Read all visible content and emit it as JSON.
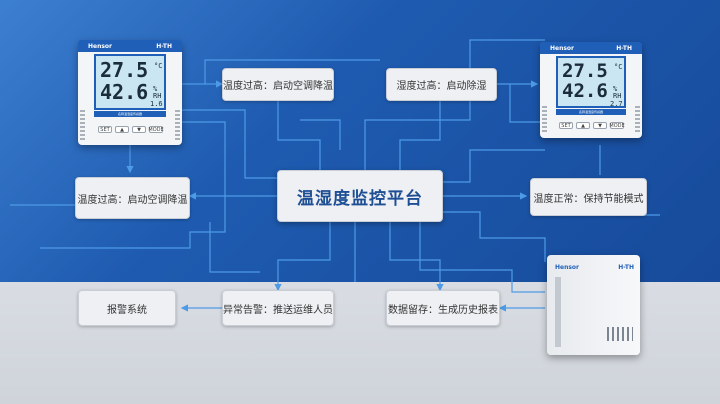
{
  "center": {
    "title": "温湿度监控平台"
  },
  "boxes": {
    "top_left": "温度过高：启动空调降温",
    "top_right": "湿度过高：启动除湿",
    "mid_left": "温度过高：启动空调降温",
    "mid_right": "温度正常：保持节能模式",
    "bottom_1": "报警系统",
    "bottom_2": "异常告警：推送运维人员",
    "bottom_3": "数据留存：生成历史报表"
  },
  "device_left": {
    "brand": "Hensor",
    "model": "H-TH",
    "temp": "27.5",
    "temp_unit": "°C",
    "hum": "42.6",
    "hum_unit": "% RH",
    "small": "1.6",
    "strip": "名称温湿度传感器",
    "buttons": [
      "SET",
      "▲",
      "▼",
      "MODE"
    ]
  },
  "device_right": {
    "brand": "Hensor",
    "model": "H-TH",
    "temp": "27.5",
    "temp_unit": "°C",
    "hum": "42.6",
    "hum_unit": "% RH",
    "small": "2.7",
    "strip": "名称温湿度传感器",
    "buttons": [
      "SET",
      "▲",
      "▼",
      "MODE"
    ]
  },
  "device_box": {
    "brand": "Hensor",
    "model": "H-TH"
  },
  "colors": {
    "sky": "#1e5bb0",
    "line": "#4d9be6",
    "accent": "#1f5fb8"
  }
}
